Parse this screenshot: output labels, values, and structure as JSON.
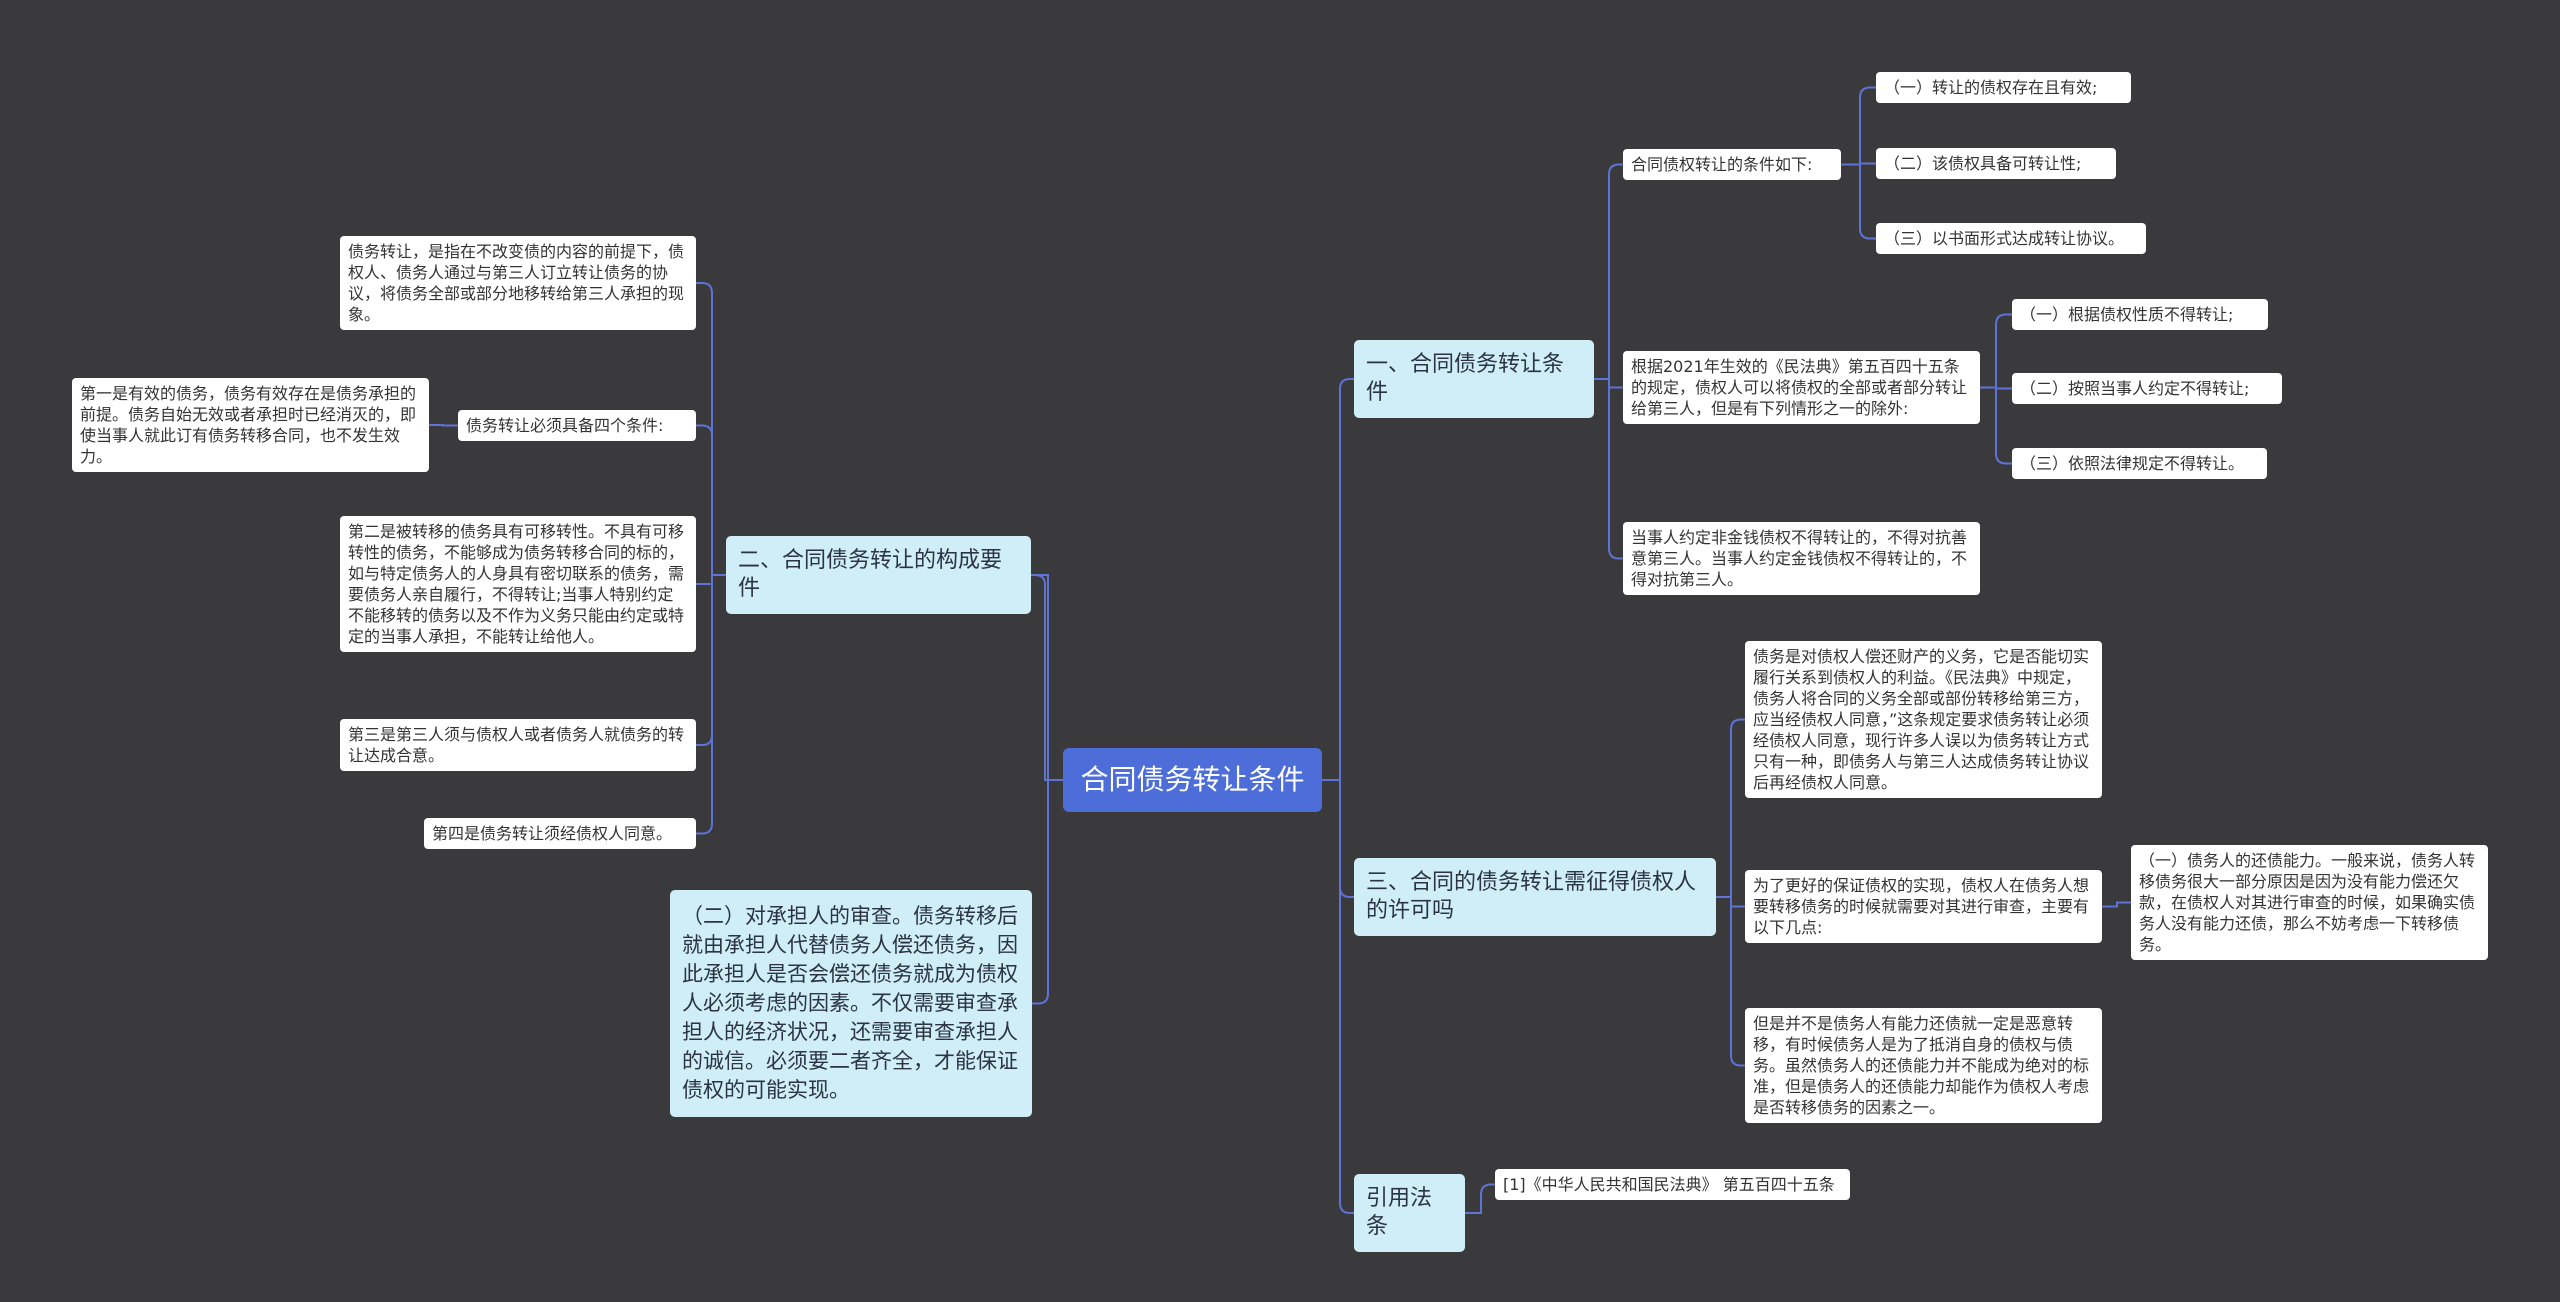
{
  "colors": {
    "background": "#3a393b",
    "line": "#5d73d6",
    "root": "#4d6ed9",
    "branch": "#cfeef8",
    "leaf": "#ffffff"
  },
  "root": {
    "text": "合同债务转让条件"
  },
  "b1": {
    "label": "一、合同债务转让条件",
    "c1": {
      "text": "合同债权转让的条件如下:",
      "items": [
        "（一）转让的债权存在且有效;",
        "（二）该债权具备可转让性;",
        "（三）以书面形式达成转让协议。"
      ]
    },
    "c2": {
      "text": "根据2021年生效的《民法典》第五百四十五条的规定，债权人可以将债权的全部或者部分转让给第三人，但是有下列情形之一的除外:",
      "items": [
        "（一）根据债权性质不得转让;",
        "（二）按照当事人约定不得转让;",
        "（三）依照法律规定不得转让。"
      ]
    },
    "c3": {
      "text": "当事人约定非金钱债权不得转让的，不得对抗善意第三人。当事人约定金钱债权不得转让的，不得对抗第三人。"
    }
  },
  "b3": {
    "label": "三、合同的债务转让需征得债权人的许可吗",
    "c1": {
      "text": "债务是对债权人偿还财产的义务，它是否能切实履行关系到债权人的利益。《民法典》中规定，债务人将合同的义务全部或部份转移给第三方，应当经债权人同意，”这条规定要求债务转让必须经债权人同意，现行许多人误以为债务转让方式只有一种，即债务人与第三人达成债务转让协议后再经债权人同意。"
    },
    "c2": {
      "text": "为了更好的保证债权的实现，债权人在债务人想要转移债务的时候就需要对其进行审查，主要有以下几点:",
      "item": "（一）债务人的还债能力。一般来说，债务人转移债务很大一部分原因是因为没有能力偿还欠款，在债权人对其进行审查的时候，如果确实债务人没有能力还债，那么不妨考虑一下转移债务。"
    },
    "c3": {
      "text": "但是并不是债务人有能力还债就一定是恶意转移，有时候债务人是为了抵消自身的债权与债务。虽然债务人的还债能力并不能成为绝对的标准，但是债务人的还债能力却能作为债权人考虑是否转移债务的因素之一。"
    }
  },
  "b4": {
    "label": "引用法条",
    "item": "[1]《中华人民共和国民法典》 第五百四十五条"
  },
  "b2": {
    "label": "二、合同债务转让的构成要件",
    "c1": {
      "text": "债务转让，是指在不改变债的内容的前提下，债权人、债务人通过与第三人订立转让债务的协议，将债务全部或部分地移转给第三人承担的现象。"
    },
    "c2": {
      "text": "债务转让必须具备四个条件:",
      "item": "第一是有效的债务，债务有效存在是债务承担的前提。债务自始无效或者承担时已经消灭的，即使当事人就此订有债务转移合同，也不发生效力。"
    },
    "c3": {
      "text": "第二是被转移的债务具有可移转性。不具有可移转性的债务，不能够成为债务转移合同的标的，如与特定债务人的人身具有密切联系的债务，需要债务人亲自履行，不得转让;当事人特别约定不能移转的债务以及不作为义务只能由约定或特定的当事人承担，不能转让给他人。"
    },
    "c4": {
      "text": "第三是第三人须与债权人或者债务人就债务的转让达成合意。"
    },
    "c5": {
      "text": "第四是债务转让须经债权人同意。"
    },
    "c6": {
      "text": "（二）对承担人的审查。债务转移后就由承担人代替债务人偿还债务，因此承担人是否会偿还债务就成为债权人必须考虑的因素。不仅需要审查承担人的经济状况，还需要审查承担人的诚信。必须要二者齐全，才能保证债权的可能实现。"
    }
  }
}
